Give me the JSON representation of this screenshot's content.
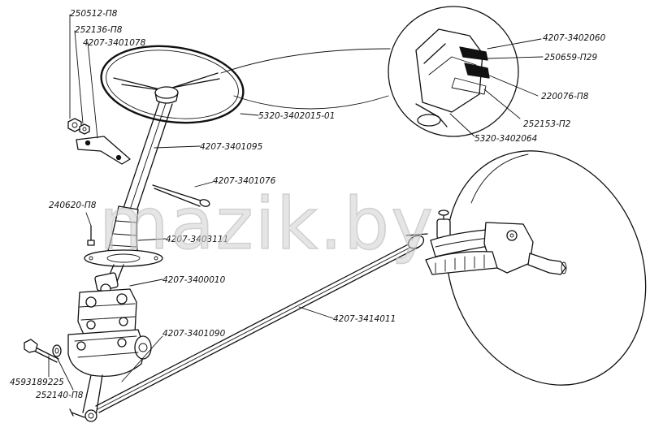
{
  "watermark": "mazik.by",
  "labels": {
    "p250512": "250512-П8",
    "p252136": "252136-П8",
    "p3401078": "4207-3401078",
    "p3402015": "5320-3402015-01",
    "p3401095": "4207-3401095",
    "p3401076": "4207-3401076",
    "p240620": "240620-П8",
    "p3403111": "4207-3403111",
    "p3400010": "4207-3400010",
    "p3401090": "4207-3401090",
    "p3414011": "4207-3414011",
    "p4593189225": "4593189225",
    "p252140": "252140-П8",
    "p3402060": "4207-3402060",
    "p250659": "250659-П29",
    "p220076": "220076-П8",
    "p252153": "252153-П2",
    "p3402064": "5320-3402064"
  }
}
